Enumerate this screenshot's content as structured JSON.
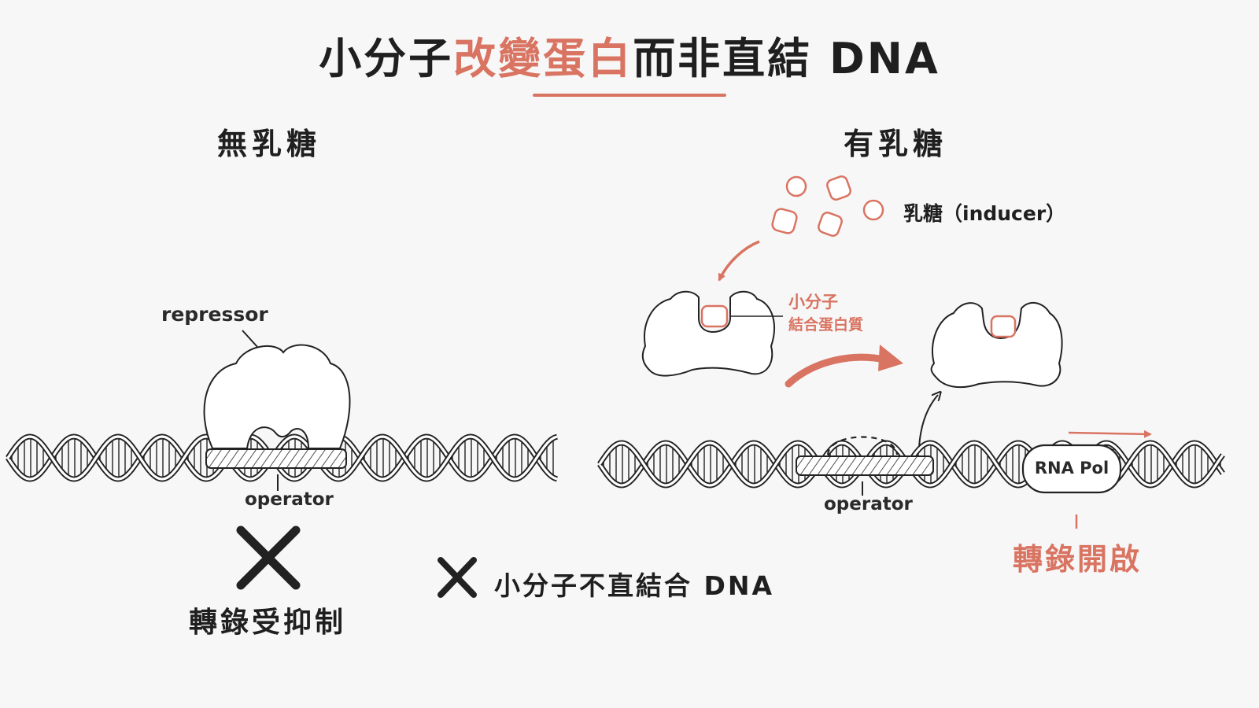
{
  "title": {
    "part1": "小分子",
    "accent": "改變蛋白",
    "part2": "而非直結 DNA"
  },
  "left_panel": {
    "heading": "無乳糖",
    "repressor_label": "repressor",
    "operator_label": "operator",
    "outcome_label": "轉錄受抑制"
  },
  "right_panel": {
    "heading": "有乳糖",
    "inducer_label": "乳糖（inducer）",
    "binding_label_line1": "小分子",
    "binding_label_line2": "結合蛋白質",
    "operator_label": "operator",
    "polymerase_label": "RNA Pol",
    "outcome_label": "轉錄開啟"
  },
  "footer_note": "小分子不直結合 DNA",
  "colors": {
    "accent": "#d97462",
    "ink": "#1f1f1f",
    "background": "#f7f7f7"
  }
}
